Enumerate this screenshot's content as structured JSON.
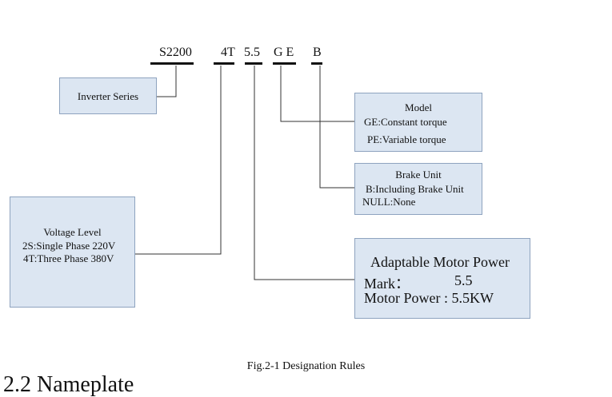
{
  "designation": {
    "series_code": "S2200",
    "voltage_code": "4T",
    "power_code": "5.5",
    "model_code": "G E",
    "brake_code": "B"
  },
  "boxes": {
    "inverter_series": {
      "label": "Inverter Series"
    },
    "model": {
      "title": "Model",
      "line1": "GE:Constant torque",
      "line2": "PE:Variable torque"
    },
    "brake_unit": {
      "title": "Brake Unit",
      "line1": "B:Including Brake Unit",
      "line2": "NULL:None"
    },
    "voltage_level": {
      "title": "Voltage Level",
      "line1": "2S:Single Phase 220V",
      "line2": "4T:Three Phase 380V"
    },
    "motor_power": {
      "title": "Adaptable Motor Power",
      "mark_label": "Mark：",
      "mark_value": "5.5",
      "power_line": "Motor Power : 5.5KW"
    }
  },
  "caption": "Fig.2-1 Designation Rules",
  "section_heading": "2.2 Nameplate"
}
